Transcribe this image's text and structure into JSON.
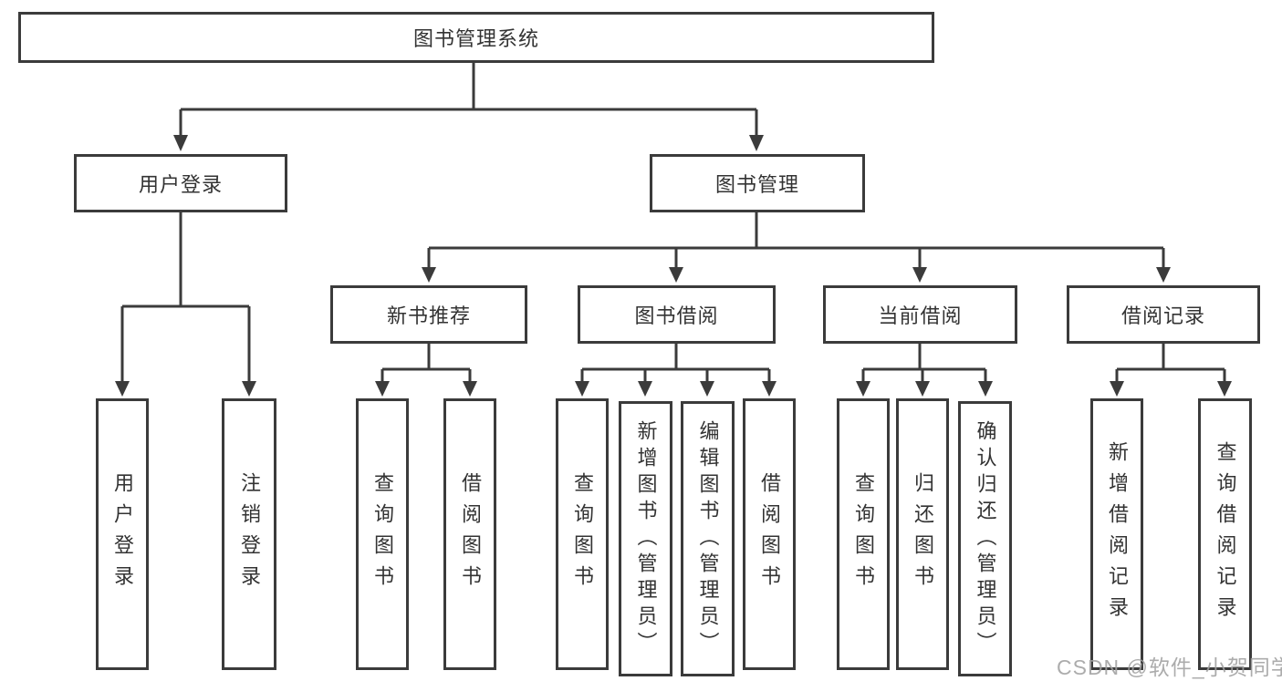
{
  "colors": {
    "line": "#3b3b3b",
    "box_border": "#3b3b3b",
    "text": "#333333",
    "watermark": "#a0a0a0",
    "background": "#ffffff"
  },
  "root": {
    "label": "图书管理系统"
  },
  "branches": [
    {
      "label": "用户登录"
    },
    {
      "label": "图书管理"
    }
  ],
  "modules": [
    {
      "label": "新书推荐"
    },
    {
      "label": "图书借阅"
    },
    {
      "label": "当前借阅"
    },
    {
      "label": "借阅记录"
    }
  ],
  "leaves": [
    {
      "label": "用户登录",
      "parent": "用户登录"
    },
    {
      "label": "注销登录",
      "parent": "用户登录"
    },
    {
      "label": "查询图书",
      "parent": "新书推荐"
    },
    {
      "label": "借阅图书",
      "parent": "新书推荐"
    },
    {
      "label": "查询图书",
      "parent": "图书借阅"
    },
    {
      "label": "新增图书（管理员）",
      "parent": "图书借阅"
    },
    {
      "label": "编辑图书（管理员）",
      "parent": "图书借阅"
    },
    {
      "label": "借阅图书",
      "parent": "图书借阅"
    },
    {
      "label": "查询图书",
      "parent": "当前借阅"
    },
    {
      "label": "归还图书",
      "parent": "当前借阅"
    },
    {
      "label": "确认归还（管理员）",
      "parent": "当前借阅"
    },
    {
      "label": "新增借阅记录",
      "parent": "借阅记录"
    },
    {
      "label": "查询借阅记录",
      "parent": "借阅记录"
    }
  ],
  "watermark": {
    "text": "CSDN @软件_小贺同学"
  }
}
